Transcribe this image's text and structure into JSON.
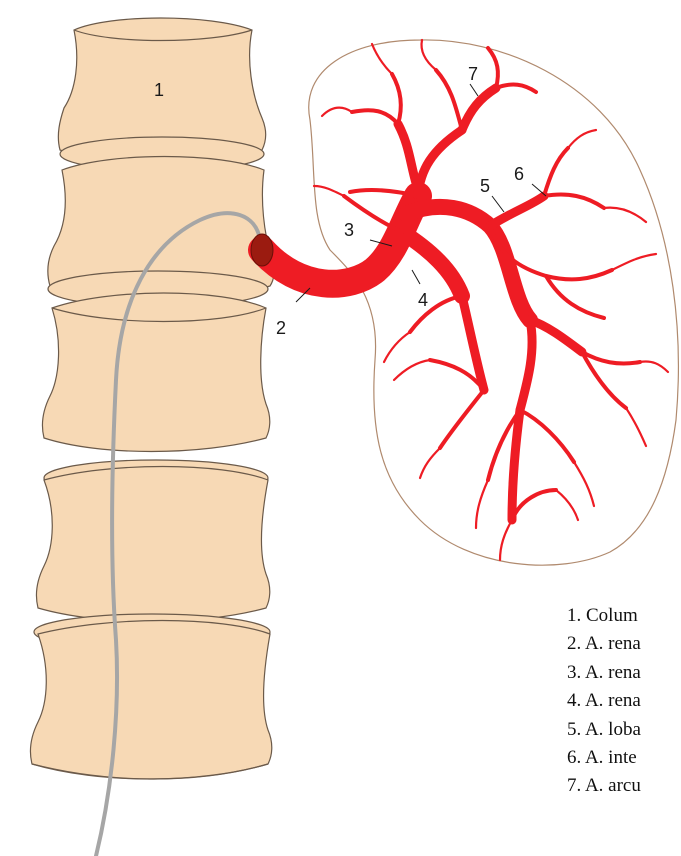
{
  "markers": {
    "m1": "1",
    "m2": "2",
    "m3": "3",
    "m4": "4",
    "m5": "5",
    "m6": "6",
    "m7": "7"
  },
  "legend": [
    "1. Colum",
    "2. A. rena",
    "3. A. rena",
    "4. A. rena",
    "5. A. loba",
    "6. A. inte",
    "7. A. arcu"
  ],
  "colors": {
    "vertebra_fill": "#f7d9b5",
    "vertebra_stroke": "#6b5a4a",
    "kidney_outline": "#b08a6e",
    "artery": "#ee1c24",
    "artery_lumen": "#9b1b10",
    "catheter": "#a6a6a6"
  }
}
